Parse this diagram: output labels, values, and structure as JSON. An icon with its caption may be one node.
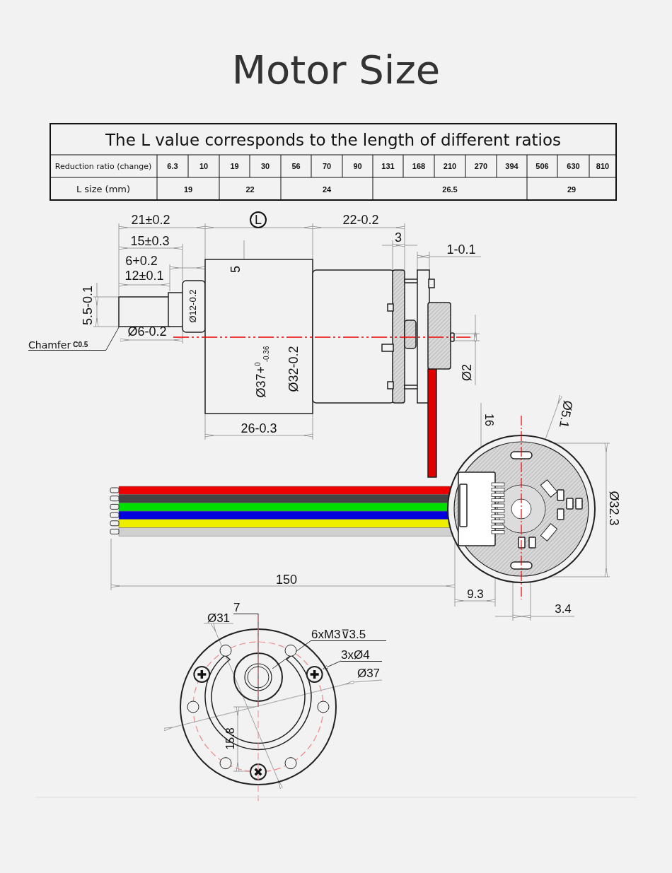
{
  "diagram": {
    "title": "Motor Size",
    "nodes": [
      {
        "text": [
          "Chamfer",
          "C0.5"
        ]
      },
      {
        "text": [
          "6xM3⊽3.5"
        ]
      },
      {
        "text": [
          "3xØ4"
        ]
      },
      {
        "text": [
          "7"
        ]
      }
    ],
    "edges": [
      {
        "from": 0,
        "to": null,
        "arrow": "none"
      },
      {
        "from": 1,
        "to": null,
        "arrow": "none"
      },
      {
        "from": 2,
        "to": null,
        "arrow": "to"
      },
      {
        "from": 3,
        "to": null,
        "arrow": "none"
      }
    ],
    "labels": [
      "The L value corresponds to the length of different ratios",
      "Reduction ratio (change)",
      "6.3",
      "10",
      "19",
      "30",
      "56",
      "70",
      "90",
      "131",
      "168",
      "210",
      "270",
      "394",
      "506",
      "630",
      "810",
      "L size (mm)",
      "19",
      "22",
      "24",
      "26.5",
      "29",
      "21±0.2",
      "L",
      "22-0.2",
      "15±0.3",
      "3",
      "6+0.2",
      "1-0.1",
      "12±0.1",
      "5",
      "5.5-0.1",
      "Ø12-0.2",
      "Ø6-0.2",
      "Ø37+$^{0}$$_{-0.36}$",
      "Ø32-0.2",
      "Ø2",
      "26-0.3",
      "16",
      "Ø5.1",
      "Ø32.3",
      "150",
      "9.3",
      "3.4",
      "Ø31",
      "Ø37",
      "15.8"
    ]
  }
}
